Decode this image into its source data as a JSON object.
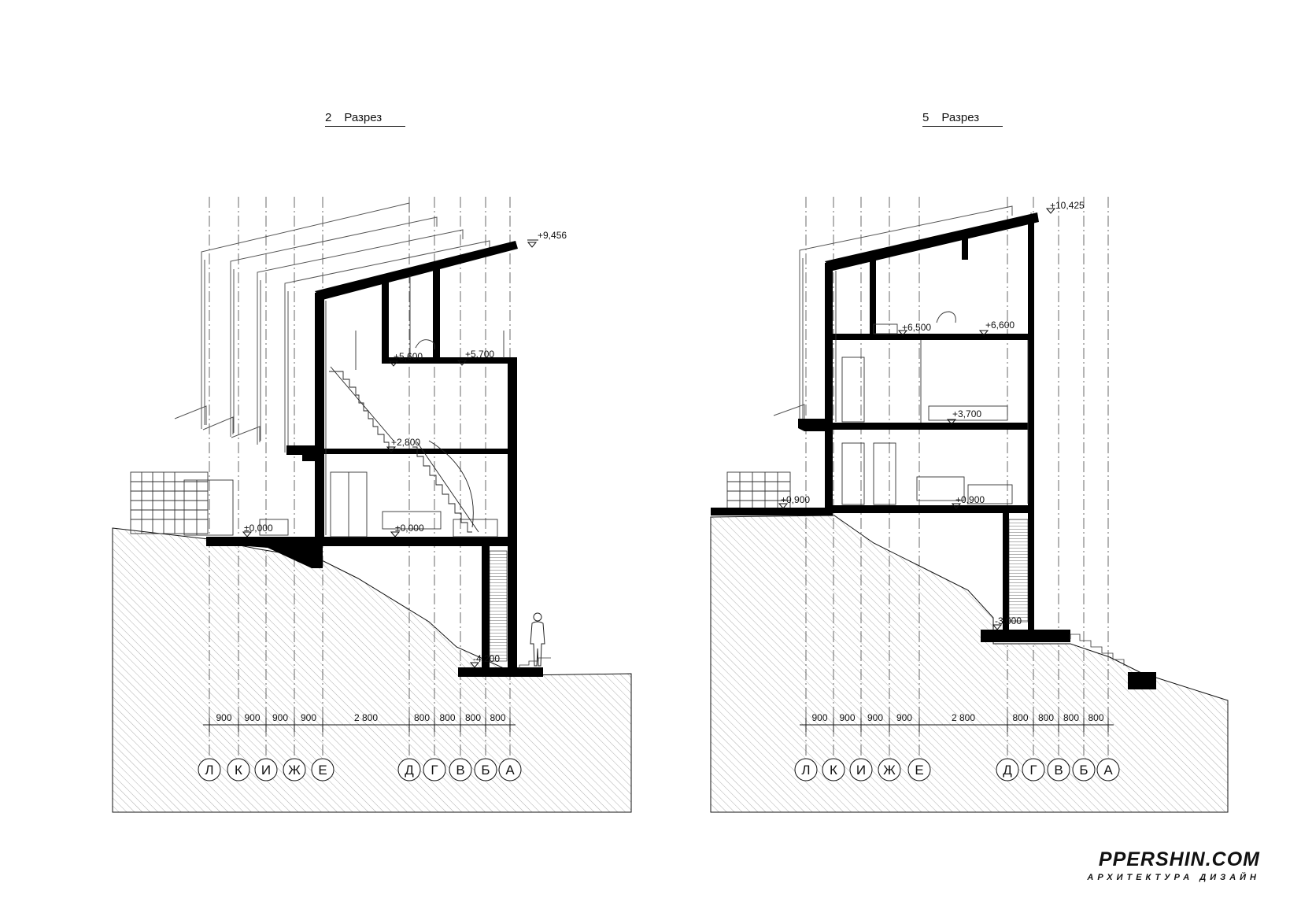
{
  "sections": [
    {
      "number": "2",
      "title": "Разрез",
      "levels": [
        "+9,456",
        "+5,600",
        "+5,700",
        "+2,800",
        "±0,000",
        "±0,000",
        "-4,200"
      ],
      "dimensions": [
        "900",
        "900",
        "900",
        "900",
        "2 800",
        "800",
        "800",
        "800",
        "800"
      ],
      "axes": [
        "Л",
        "К",
        "И",
        "Ж",
        "Е",
        "Д",
        "Г",
        "В",
        "Б",
        "А"
      ]
    },
    {
      "number": "5",
      "title": "Разрез",
      "levels": [
        "+10,425",
        "+6,500",
        "+6,600",
        "+3,700",
        "+0,900",
        "+0,900",
        "-3,000"
      ],
      "dimensions": [
        "900",
        "900",
        "900",
        "900",
        "2 800",
        "800",
        "800",
        "800",
        "800"
      ],
      "axes": [
        "Л",
        "К",
        "И",
        "Ж",
        "Е",
        "Д",
        "Г",
        "В",
        "Б",
        "А"
      ]
    }
  ],
  "brand": {
    "name": "PPERSHIN.COM",
    "tagline": "АРХИТЕКТУРА ДИЗАЙН"
  }
}
